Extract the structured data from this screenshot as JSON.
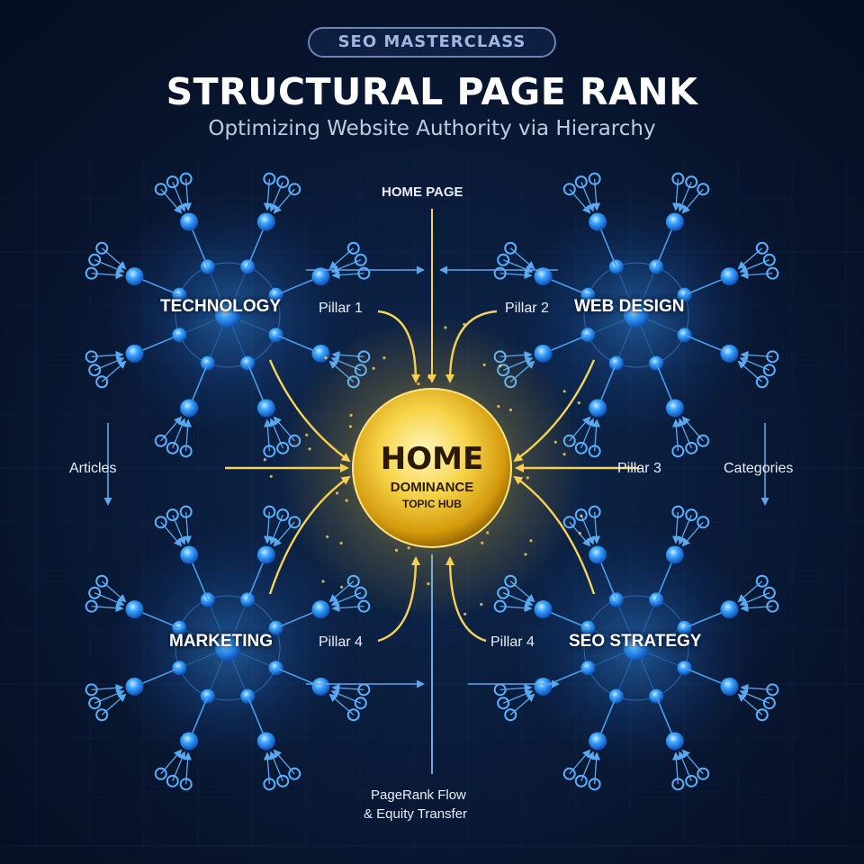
{
  "badge": "SEO MASTERCLASS",
  "title": "STRUCTURAL PAGE RANK",
  "subtitle": "Optimizing Website Authority via Hierarchy",
  "home_page_label": "HOME PAGE",
  "hub": {
    "title": "HOME",
    "line1": "DOMINANCE",
    "line2": "TOPIC HUB"
  },
  "clusters": [
    {
      "name": "TECHNOLOGY",
      "pillar": "Pillar 1"
    },
    {
      "name": "WEB DESIGN",
      "pillar": "Pillar 2"
    },
    {
      "name": "MARKETING",
      "pillar": "Pillar 4"
    },
    {
      "name": "SEO STRATEGY",
      "pillar": "Pillar 4"
    }
  ],
  "middle_right_label": "Pillar 3",
  "left_label": "Articles",
  "right_label": "Categories",
  "footer": {
    "line1": "PageRank Flow",
    "line2": "& Equity Transfer"
  },
  "colors": {
    "node_blue": "#2f8cff",
    "hub_gold": "#f5c518",
    "arrow_gold": "#f6d35a",
    "line_blue": "#3a8be0"
  }
}
